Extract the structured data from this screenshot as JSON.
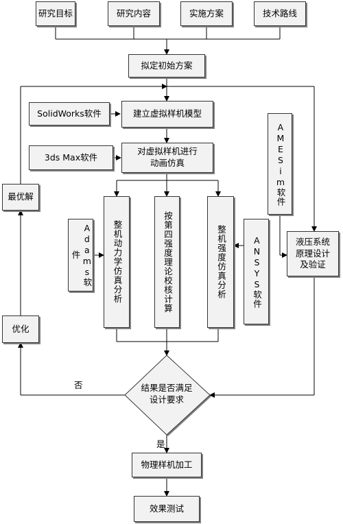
{
  "top_boxes": [
    "研究目标",
    "研究内容",
    "实施方案",
    "技术路线"
  ],
  "initial_plan": "拟定初始方案",
  "solidworks": "SolidWorks软件",
  "build_model": "建立虚拟样机模型",
  "max3ds": "3ds Max软件",
  "animation": "对虚拟样机进行\n动画仿真",
  "adams": "Adams软件",
  "dynamics": "整机动力学仿真分析",
  "strength_theory": "按第四强度理论校核计算",
  "strength_sim": "整机强度仿真分析",
  "ansys": "ANSYS软件",
  "amesim": "AMESim软件",
  "hydraulic": "液压系统\n原理设计\n及验证",
  "best_solution": "最优解",
  "optimize": "优化",
  "decision": "结果是否满足\n设计要求",
  "no_label": "否",
  "yes_label": "是",
  "physical": "物理样机加工",
  "test": "效果测试"
}
